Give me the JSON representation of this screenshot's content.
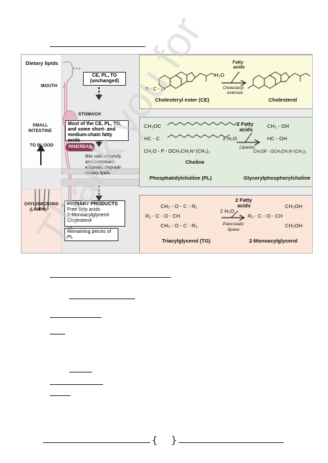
{
  "watermark": "Thank you for",
  "figure": {
    "left": {
      "dietary_lipids": "Dietary lipids",
      "mouth": "MOUTH",
      "ce_pl_tg": "CE, PL, TG",
      "unchanged": "(unchanged)",
      "stomach": "STOMACH",
      "small_intestine": "SMALL",
      "small_intestine_2": "INTESTINE",
      "most_of": "Most of the CE, PL, TG,",
      "most_of_2": "and some short- and",
      "most_of_3": "medium-chain fatty acids",
      "pancreas": "PANCREAS",
      "to_blood": "TO BLOOD",
      "bile_1": "Bile salts emulsify,",
      "bile_2": "and pancreatic",
      "bile_3": "enzymes degrade",
      "bile_4": "dietary lipids",
      "chylomicrons": "CHYLOMICRONS",
      "lymph": "(LYMPH)",
      "primary_products": "PRIMARY PRODUCTS",
      "pp_1": "Free fatty acids",
      "pp_2": "2-Monoacylglycerol",
      "pp_3": "Cholesterol",
      "remaining_1": "Remaining pieces of",
      "remaining_2": "PL"
    },
    "ce_panel": {
      "water": "H₂O",
      "fatty_acids": "Fatty",
      "fatty_acids_2": "acids",
      "ester_group": "R - C - O",
      "enzyme_1": "Cholesteryl",
      "enzyme_2": "esterase",
      "label_left": "Cholesteryl ester (CE)",
      "label_right": "Cholesterol"
    },
    "pl_panel": {
      "row1": "CH₂OC",
      "row2": "HC - C",
      "row3": "CH₂O - P - OCH₂CH₂N⁺(CH₃)₃",
      "choline": "Choline",
      "water": "2 H₂O",
      "fatty_acids": "2 Fatty",
      "fatty_acids_2": "acids",
      "enzyme": "Lipases",
      "prod1": "CH₂ - OH",
      "prod2": "HC - OH",
      "prod3": "CH₂OP - OCH₂CH₂N⁺(CH₃)₃",
      "label_left": "Phosphatidylcholine (PL)",
      "label_right": "Glycerylphosphorylcholine"
    },
    "tg_panel": {
      "row1": "CH₂ - O - C - R₁",
      "row2": "R₂ - C - O - CH",
      "row3": "CH₂ - O - C - R₃",
      "water": "2 H₂O",
      "fatty_acids": "2 Fatty",
      "fatty_acids_2": "acids",
      "enzyme_1": "Pancreatic",
      "enzyme_2": "lipase",
      "prod1": "CH₂OH",
      "prod2": "R₂ - C - O - CH",
      "prod3": "CH₂OH",
      "label_left": "Triacylglycerol (TG)",
      "label_right": "2-Monoacylglycerol"
    }
  },
  "footer": {
    "left_bracket": "{",
    "right_bracket": "}"
  }
}
